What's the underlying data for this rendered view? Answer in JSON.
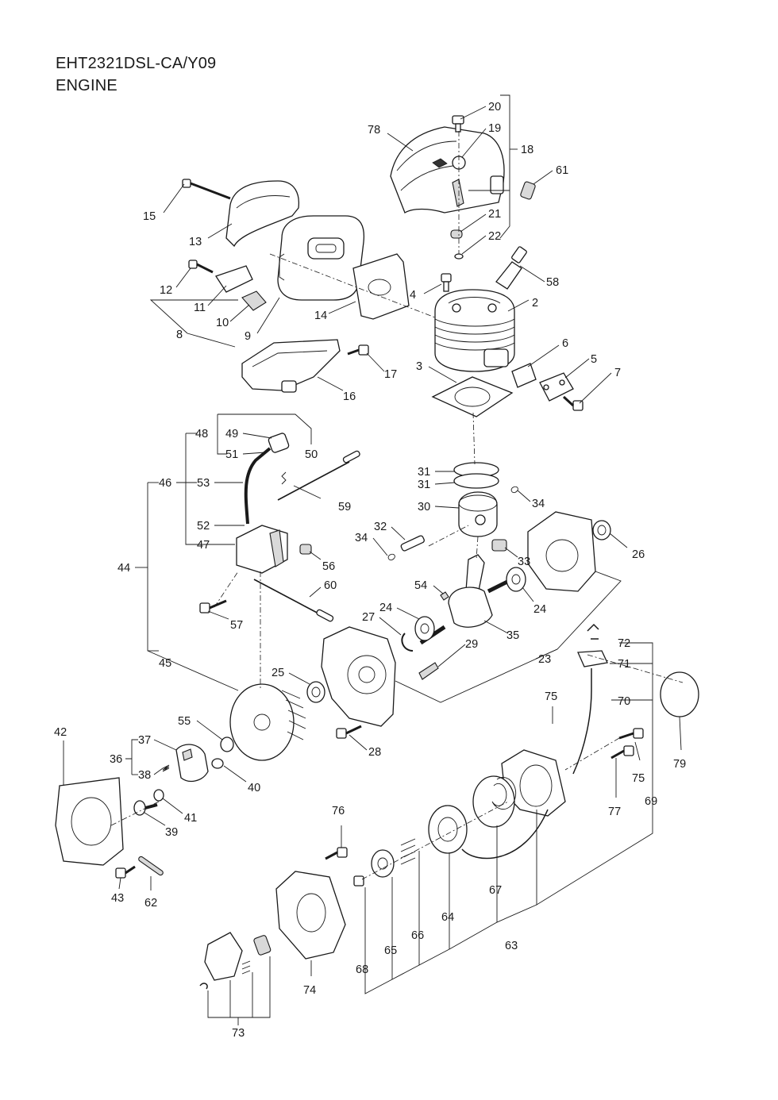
{
  "title": {
    "model": "EHT2321DSL-CA/Y09",
    "section": "ENGINE"
  },
  "parts": [
    "2",
    "3",
    "4",
    "5",
    "6",
    "7",
    "8",
    "9",
    "10",
    "11",
    "12",
    "13",
    "14",
    "15",
    "16",
    "17",
    "18",
    "19",
    "20",
    "21",
    "22",
    "23",
    "24",
    "24b",
    "25",
    "26",
    "27",
    "28",
    "29",
    "30",
    "31",
    "31b",
    "32",
    "33",
    "34",
    "34b",
    "35",
    "36",
    "37",
    "38",
    "39",
    "40",
    "41",
    "42",
    "43",
    "44",
    "45",
    "46",
    "47",
    "48",
    "49",
    "50",
    "51",
    "52",
    "53",
    "54",
    "55",
    "56",
    "57",
    "58",
    "59",
    "60",
    "61",
    "62",
    "63",
    "64",
    "65",
    "66",
    "67",
    "68",
    "69",
    "70",
    "71",
    "72",
    "73",
    "74",
    "75",
    "75b",
    "76",
    "77",
    "78",
    "79"
  ],
  "labels": {
    "p2": "2",
    "p3": "3",
    "p4": "4",
    "p5": "5",
    "p6": "6",
    "p7": "7",
    "p8": "8",
    "p9": "9",
    "p10": "10",
    "p11": "11",
    "p12": "12",
    "p13": "13",
    "p14": "14",
    "p15": "15",
    "p16": "16",
    "p17": "17",
    "p18": "18",
    "p19": "19",
    "p20": "20",
    "p21": "21",
    "p22": "22",
    "p23": "23",
    "p24": "24",
    "p24b": "24",
    "p25": "25",
    "p26": "26",
    "p27": "27",
    "p28": "28",
    "p29": "29",
    "p30": "30",
    "p31": "31",
    "p31b": "31",
    "p32": "32",
    "p33": "33",
    "p34": "34",
    "p34b": "34",
    "p35": "35",
    "p36": "36",
    "p37": "37",
    "p38": "38",
    "p39": "39",
    "p40": "40",
    "p41": "41",
    "p42": "42",
    "p43": "43",
    "p44": "44",
    "p45": "45",
    "p46": "46",
    "p47": "47",
    "p48": "48",
    "p49": "49",
    "p50": "50",
    "p51": "51",
    "p52": "52",
    "p53": "53",
    "p54": "54",
    "p55": "55",
    "p56": "56",
    "p57": "57",
    "p58": "58",
    "p59": "59",
    "p60": "60",
    "p61": "61",
    "p62": "62",
    "p63": "63",
    "p64": "64",
    "p65": "65",
    "p66": "66",
    "p67": "67",
    "p68": "68",
    "p69": "69",
    "p70": "70",
    "p71": "71",
    "p72": "72",
    "p73": "73",
    "p74": "74",
    "p75": "75",
    "p75b": "75",
    "p76": "76",
    "p77": "77",
    "p78": "78",
    "p79": "79"
  }
}
